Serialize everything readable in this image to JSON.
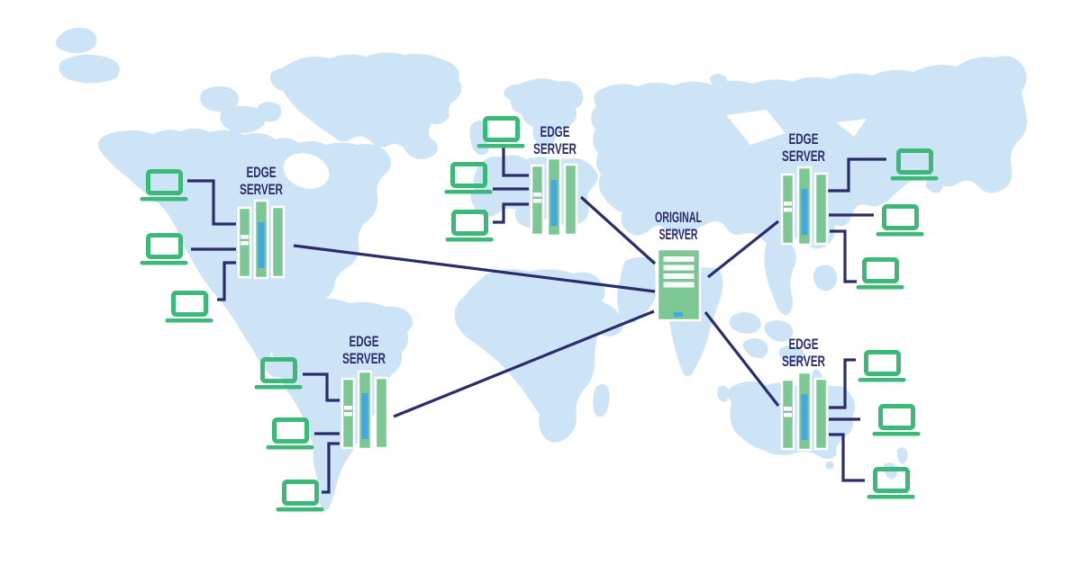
{
  "diagram": {
    "title": "CDN network map: original server distributing to edge servers and client laptops",
    "type": "network-topology-on-world-map",
    "origin": {
      "id": "original-server",
      "label_lines": [
        "ORIGINAL",
        "SERVER"
      ],
      "icon": "server-tower-icon",
      "connections_to_edge_servers": 5
    },
    "edge_servers": [
      {
        "id": "edge-server-north-america",
        "label_lines": [
          "EDGE",
          "SERVER"
        ],
        "icon": "server-rack-icon",
        "client_count": 3,
        "clients_side": "left"
      },
      {
        "id": "edge-server-europe",
        "label_lines": [
          "EDGE",
          "SERVER"
        ],
        "icon": "server-rack-icon",
        "client_count": 3,
        "clients_side": "left"
      },
      {
        "id": "edge-server-north-asia",
        "label_lines": [
          "EDGE",
          "SERVER"
        ],
        "icon": "server-rack-icon",
        "client_count": 3,
        "clients_side": "right"
      },
      {
        "id": "edge-server-south-america",
        "label_lines": [
          "EDGE",
          "SERVER"
        ],
        "icon": "server-rack-icon",
        "client_count": 3,
        "clients_side": "left"
      },
      {
        "id": "edge-server-oceania",
        "label_lines": [
          "EDGE",
          "SERVER"
        ],
        "icon": "server-rack-icon",
        "client_count": 3,
        "clients_side": "right"
      }
    ],
    "client_devices_total": 15,
    "client_icon": "laptop-icon",
    "colors": {
      "background": "#ffffff",
      "map": "#cde4f6",
      "server_fill": "#7cc794",
      "server_stripe": "#42a8e3",
      "laptop_stroke": "#3cb878",
      "line": "#2b2d6b",
      "label_text": "#2b2d6b"
    }
  }
}
